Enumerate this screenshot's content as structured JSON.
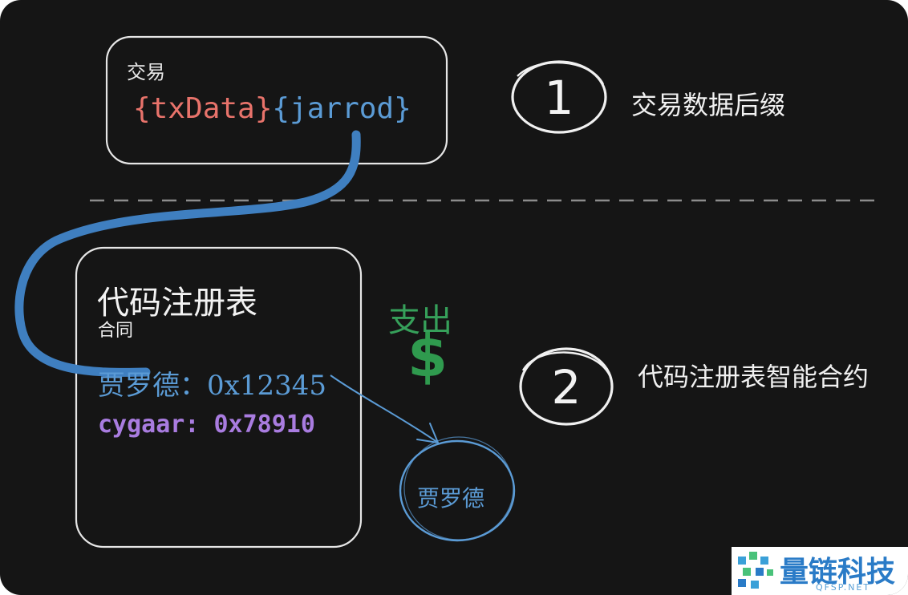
{
  "top_box": {
    "label": "交易",
    "tx_data": "{txData}",
    "suffix": "{jarrod}"
  },
  "step1": {
    "number": "1",
    "text": "交易数据后缀"
  },
  "registry": {
    "title": "代码注册表",
    "subtitle": "合同",
    "entry_1": "贾罗德：0x12345",
    "entry_2": "cygaar: 0x78910"
  },
  "payout": {
    "label": "支出",
    "symbol": "$"
  },
  "recipient": {
    "name": "贾罗德"
  },
  "step2": {
    "number": "2",
    "text": "代码注册表智能合约"
  },
  "watermark": {
    "name": "量链科技",
    "domain": "QFSP.NET"
  },
  "colors": {
    "background": "#151515",
    "red": "#e8736b",
    "blue": "#5b9bd5",
    "purple": "#a97ce0",
    "green": "#2f9a4e"
  }
}
